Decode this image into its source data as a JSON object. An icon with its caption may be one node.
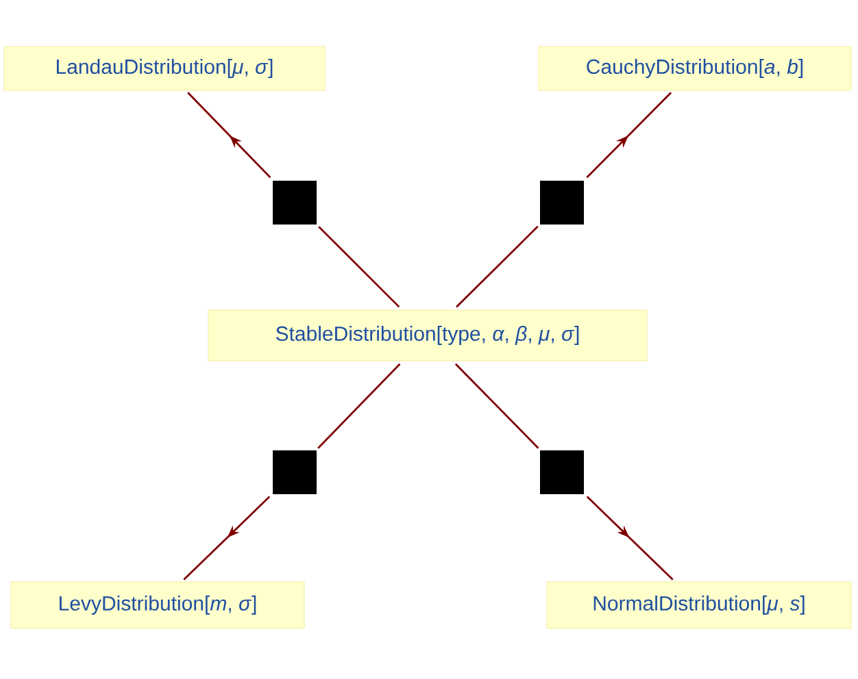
{
  "diagram": {
    "nodes": [
      {
        "text": [
          "LandauDistribution[*μ*, *σ*]"
        ]
      },
      {
        "text": [
          "CauchyDistribution[*a*, *b*]"
        ]
      },
      {
        "text": [],
        "shape": "box"
      },
      {
        "text": [],
        "shape": "box"
      },
      {
        "text": [
          "StableDistribution[type, *α*, *β*, *μ*, *σ*]"
        ]
      },
      {
        "text": [],
        "shape": "box"
      },
      {
        "text": [],
        "shape": "box"
      },
      {
        "text": [
          "LevyDistribution[*m*, *σ*]"
        ]
      },
      {
        "text": [
          "NormalDistribution[*μ*, *s*]"
        ]
      }
    ],
    "edges": [
      {
        "from": 4,
        "to": 2,
        "arrow": "none"
      },
      {
        "from": 2,
        "to": 0,
        "arrow": "to"
      },
      {
        "from": 4,
        "to": 3,
        "arrow": "none"
      },
      {
        "from": 3,
        "to": 1,
        "arrow": "to"
      },
      {
        "from": 4,
        "to": 5,
        "arrow": "none"
      },
      {
        "from": 5,
        "to": 7,
        "arrow": "to"
      },
      {
        "from": 4,
        "to": 6,
        "arrow": "none"
      },
      {
        "from": 6,
        "to": 8,
        "arrow": "to"
      }
    ]
  }
}
